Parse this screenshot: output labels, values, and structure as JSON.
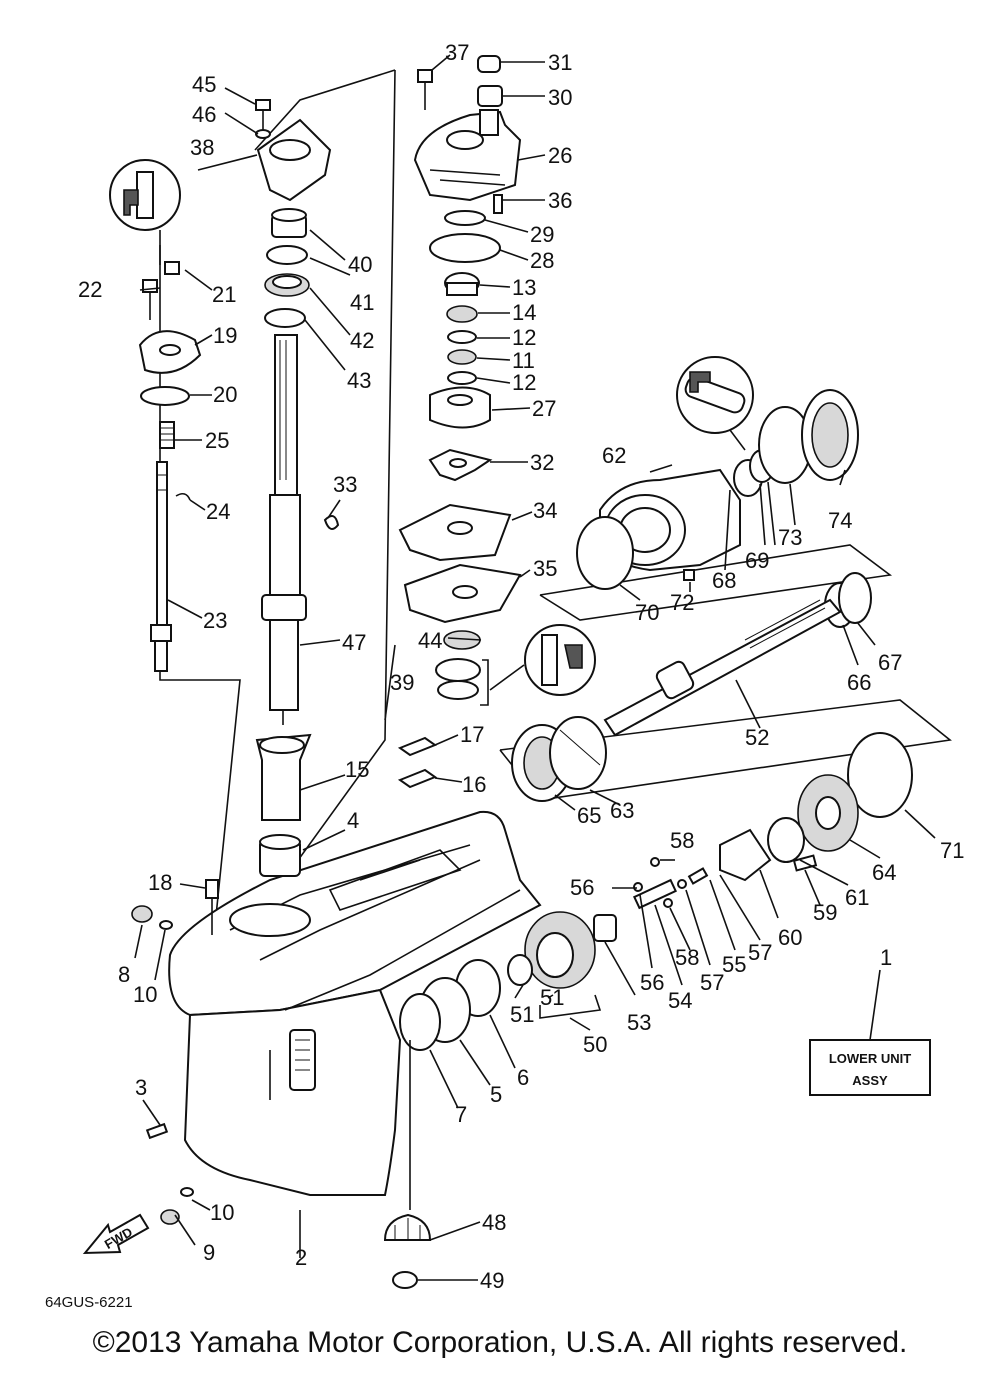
{
  "diagram_code": "64GUS-6221",
  "assembly_box": {
    "line1": "LOWER UNIT",
    "line2": "ASSY"
  },
  "fwd_arrow_label": "FWD",
  "copyright": "©2013 Yamaha Motor Corporation, U.S.A. All rights reserved.",
  "callouts": {
    "c1": "1",
    "c2": "2",
    "c3": "3",
    "c4": "4",
    "c5": "5",
    "c6": "6",
    "c7": "7",
    "c8": "8",
    "c9": "9",
    "c10a": "10",
    "c10b": "10",
    "c11": "11",
    "c12a": "12",
    "c12b": "12",
    "c13": "13",
    "c14": "14",
    "c15": "15",
    "c16": "16",
    "c17": "17",
    "c18": "18",
    "c19": "19",
    "c20": "20",
    "c21": "21",
    "c22": "22",
    "c23": "23",
    "c24": "24",
    "c25": "25",
    "c26": "26",
    "c27": "27",
    "c28": "28",
    "c29": "29",
    "c30": "30",
    "c31": "31",
    "c32": "32",
    "c33": "33",
    "c34": "34",
    "c35": "35",
    "c36": "36",
    "c37": "37",
    "c38": "38",
    "c39": "39",
    "c40": "40",
    "c41": "41",
    "c42": "42",
    "c43": "43",
    "c44": "44",
    "c45": "45",
    "c46": "46",
    "c47": "47",
    "c48": "48",
    "c49": "49",
    "c50": "50",
    "c51a": "51",
    "c51b": "51",
    "c52": "52",
    "c53": "53",
    "c54": "54",
    "c55": "55",
    "c56a": "56",
    "c56b": "56",
    "c57a": "57",
    "c57b": "57",
    "c58a": "58",
    "c58b": "58",
    "c59": "59",
    "c60": "60",
    "c61": "61",
    "c62": "62",
    "c63": "63",
    "c64": "64",
    "c65": "65",
    "c66": "66",
    "c67": "67",
    "c68": "68",
    "c69": "69",
    "c70": "70",
    "c71": "71",
    "c72": "72",
    "c73": "73",
    "c74": "74"
  }
}
